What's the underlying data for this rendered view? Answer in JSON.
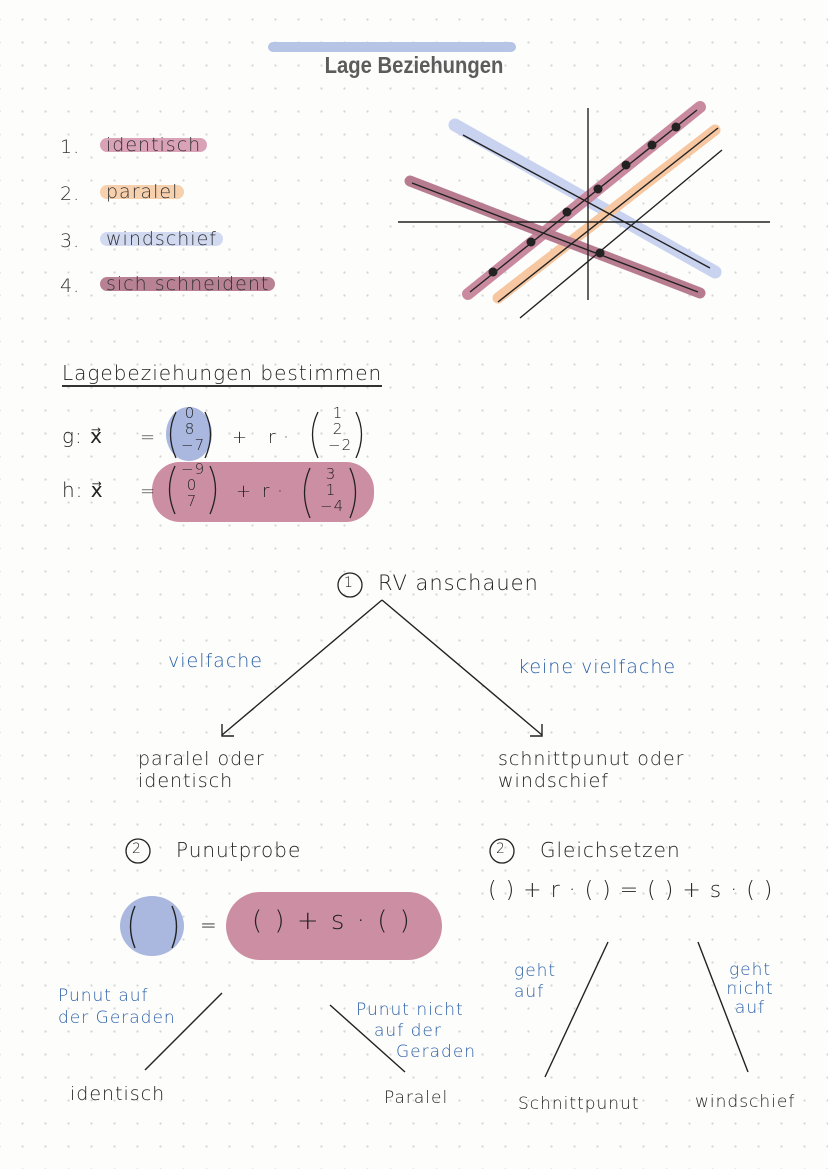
{
  "page": {
    "title": "Lage Beziehungen"
  },
  "list": [
    {
      "num": "1.",
      "label": "identisch",
      "color": "#c98aa0"
    },
    {
      "num": "2.",
      "label": "paralel",
      "color": "#f4c59e"
    },
    {
      "num": "3.",
      "label": "windschief",
      "color": "#c7d1ee"
    },
    {
      "num": "4.",
      "label": "sich schneident",
      "color": "#a86a80"
    }
  ],
  "section": {
    "heading": "Lagebeziehungen bestimmen"
  },
  "equations": {
    "g_label": "g: x⃗",
    "h_label": "h: x⃗",
    "eq": "=",
    "plus": "+",
    "r": "r ·",
    "g_support": [
      "0",
      "8",
      "−7"
    ],
    "g_direction": [
      "1",
      "2",
      "−2"
    ],
    "h_support": [
      "−9",
      "0",
      "7"
    ],
    "h_direction": [
      "3",
      "1",
      "−4"
    ]
  },
  "flow": {
    "step1_num": "1",
    "step1_label": "RV anschauen",
    "left_branch": "vielfache",
    "right_branch": "keine vielfache",
    "left_result_1": "paralel oder",
    "left_result_2": "identisch",
    "right_result_1": "schnittpunut oder",
    "right_result_2": "windschief",
    "step2a_num": "2",
    "step2a_label": "Punutprobe",
    "step2b_num": "2",
    "step2b_label": "Gleichsetzen",
    "probe_eq": "=",
    "probe_rhs": "(   ) + s · (   )",
    "gleich_eq": "(  ) + r · (  ) = (  ) + s · (  )",
    "probe_left_1": "Punut auf",
    "probe_left_2": "der Geraden",
    "probe_right_1": "Punut nicht",
    "probe_right_2": "auf der",
    "probe_right_3": "Geraden",
    "gleich_left_1": "geht",
    "gleich_left_2": "auf",
    "gleich_right_1": "geht",
    "gleich_right_2": "nicht",
    "gleich_right_3": "auf",
    "out_identisch": "identisch",
    "out_paralel": "Paralel",
    "out_schnitt": "Schnittpunut",
    "out_windschief": "windschief"
  },
  "colors": {
    "blue_ink": "#2a5fa8",
    "pink": "#c98aa0",
    "orange": "#f4c59e",
    "lightblue": "#c7d1ee",
    "darkpink": "#a86a80",
    "circle_blue": "#aab8e0"
  }
}
